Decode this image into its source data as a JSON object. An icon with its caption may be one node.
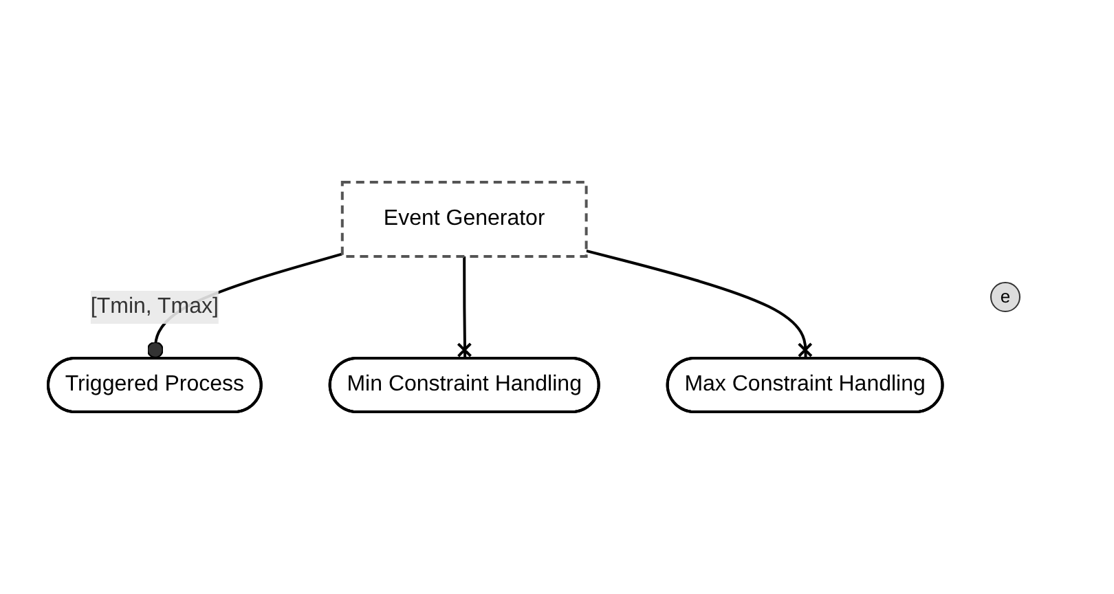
{
  "diagram": {
    "nodes": [
      {
        "text": [
          "Event Generator"
        ]
      },
      {
        "text": [
          "Triggered Process"
        ]
      },
      {
        "text": [
          "Min Constraint Handling"
        ]
      },
      {
        "text": [
          "Max Constraint Handling"
        ]
      }
    ],
    "edges": [
      {
        "from": 0,
        "to": 1,
        "arrow": "other",
        "label": "[Tmin, Tmax]"
      },
      {
        "from": 0,
        "to": 2,
        "arrow": "other"
      },
      {
        "from": 0,
        "to": 3,
        "arrow": "other"
      }
    ],
    "labels": [
      "e"
    ]
  }
}
